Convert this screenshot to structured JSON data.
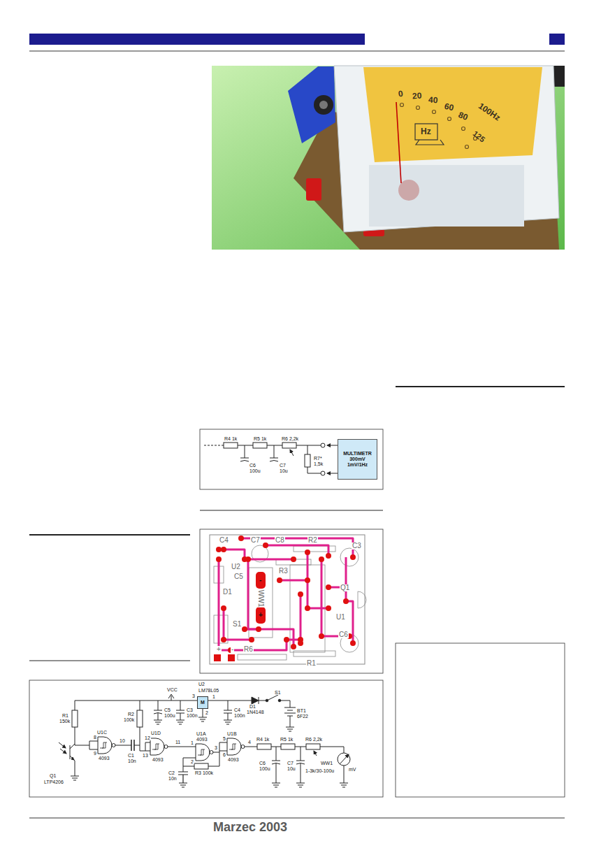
{
  "diagram": {
    "nodes": [
      {
        "text": [
          "MULTIMETR",
          "300mV",
          "1mV/1Hz"
        ]
      },
      {
        "text": [
          "M"
        ]
      }
    ],
    "labels": [
      "0",
      "20",
      "40",
      "60",
      "80",
      "100Hz",
      "125",
      "Hz",
      "R4 1k",
      "R5 1k",
      "R6 2,2k",
      "C6",
      "100u",
      "C7",
      "10u",
      "R7*",
      "1,5k",
      "C4",
      "C7",
      "C8",
      "R2",
      "U2",
      "C5",
      "R3",
      "D1",
      "-",
      "WW1",
      "+",
      "S1",
      "Q1",
      "U1",
      "C3",
      "C6",
      "+",
      "-",
      "R6",
      "R1",
      "VCC",
      "U2",
      "LM78L05",
      "3",
      "1",
      "2",
      "D1",
      "1N4148",
      "S1",
      "BT1",
      "6F22",
      "R1",
      "150k",
      "Q1",
      "LTP4206",
      "U1C",
      "8",
      "9",
      "4093",
      "10",
      "C1",
      "10n",
      "R2",
      "100k",
      "U1D",
      "12",
      "13",
      "4093",
      "11",
      "C5",
      "100u",
      "C3",
      "100n",
      "C4",
      "100n",
      "U1A",
      "4093",
      "1",
      "2",
      "3",
      "R3 100k",
      "C2",
      "10n",
      "U1B",
      "4093",
      "5",
      "6",
      "4",
      "R4 1k",
      "R5 1k",
      "R6 2,2k",
      "C6",
      "100u",
      "C7",
      "10u",
      "WW1",
      "1-3k/30-100u",
      "mV",
      "Marzec 2003"
    ]
  }
}
